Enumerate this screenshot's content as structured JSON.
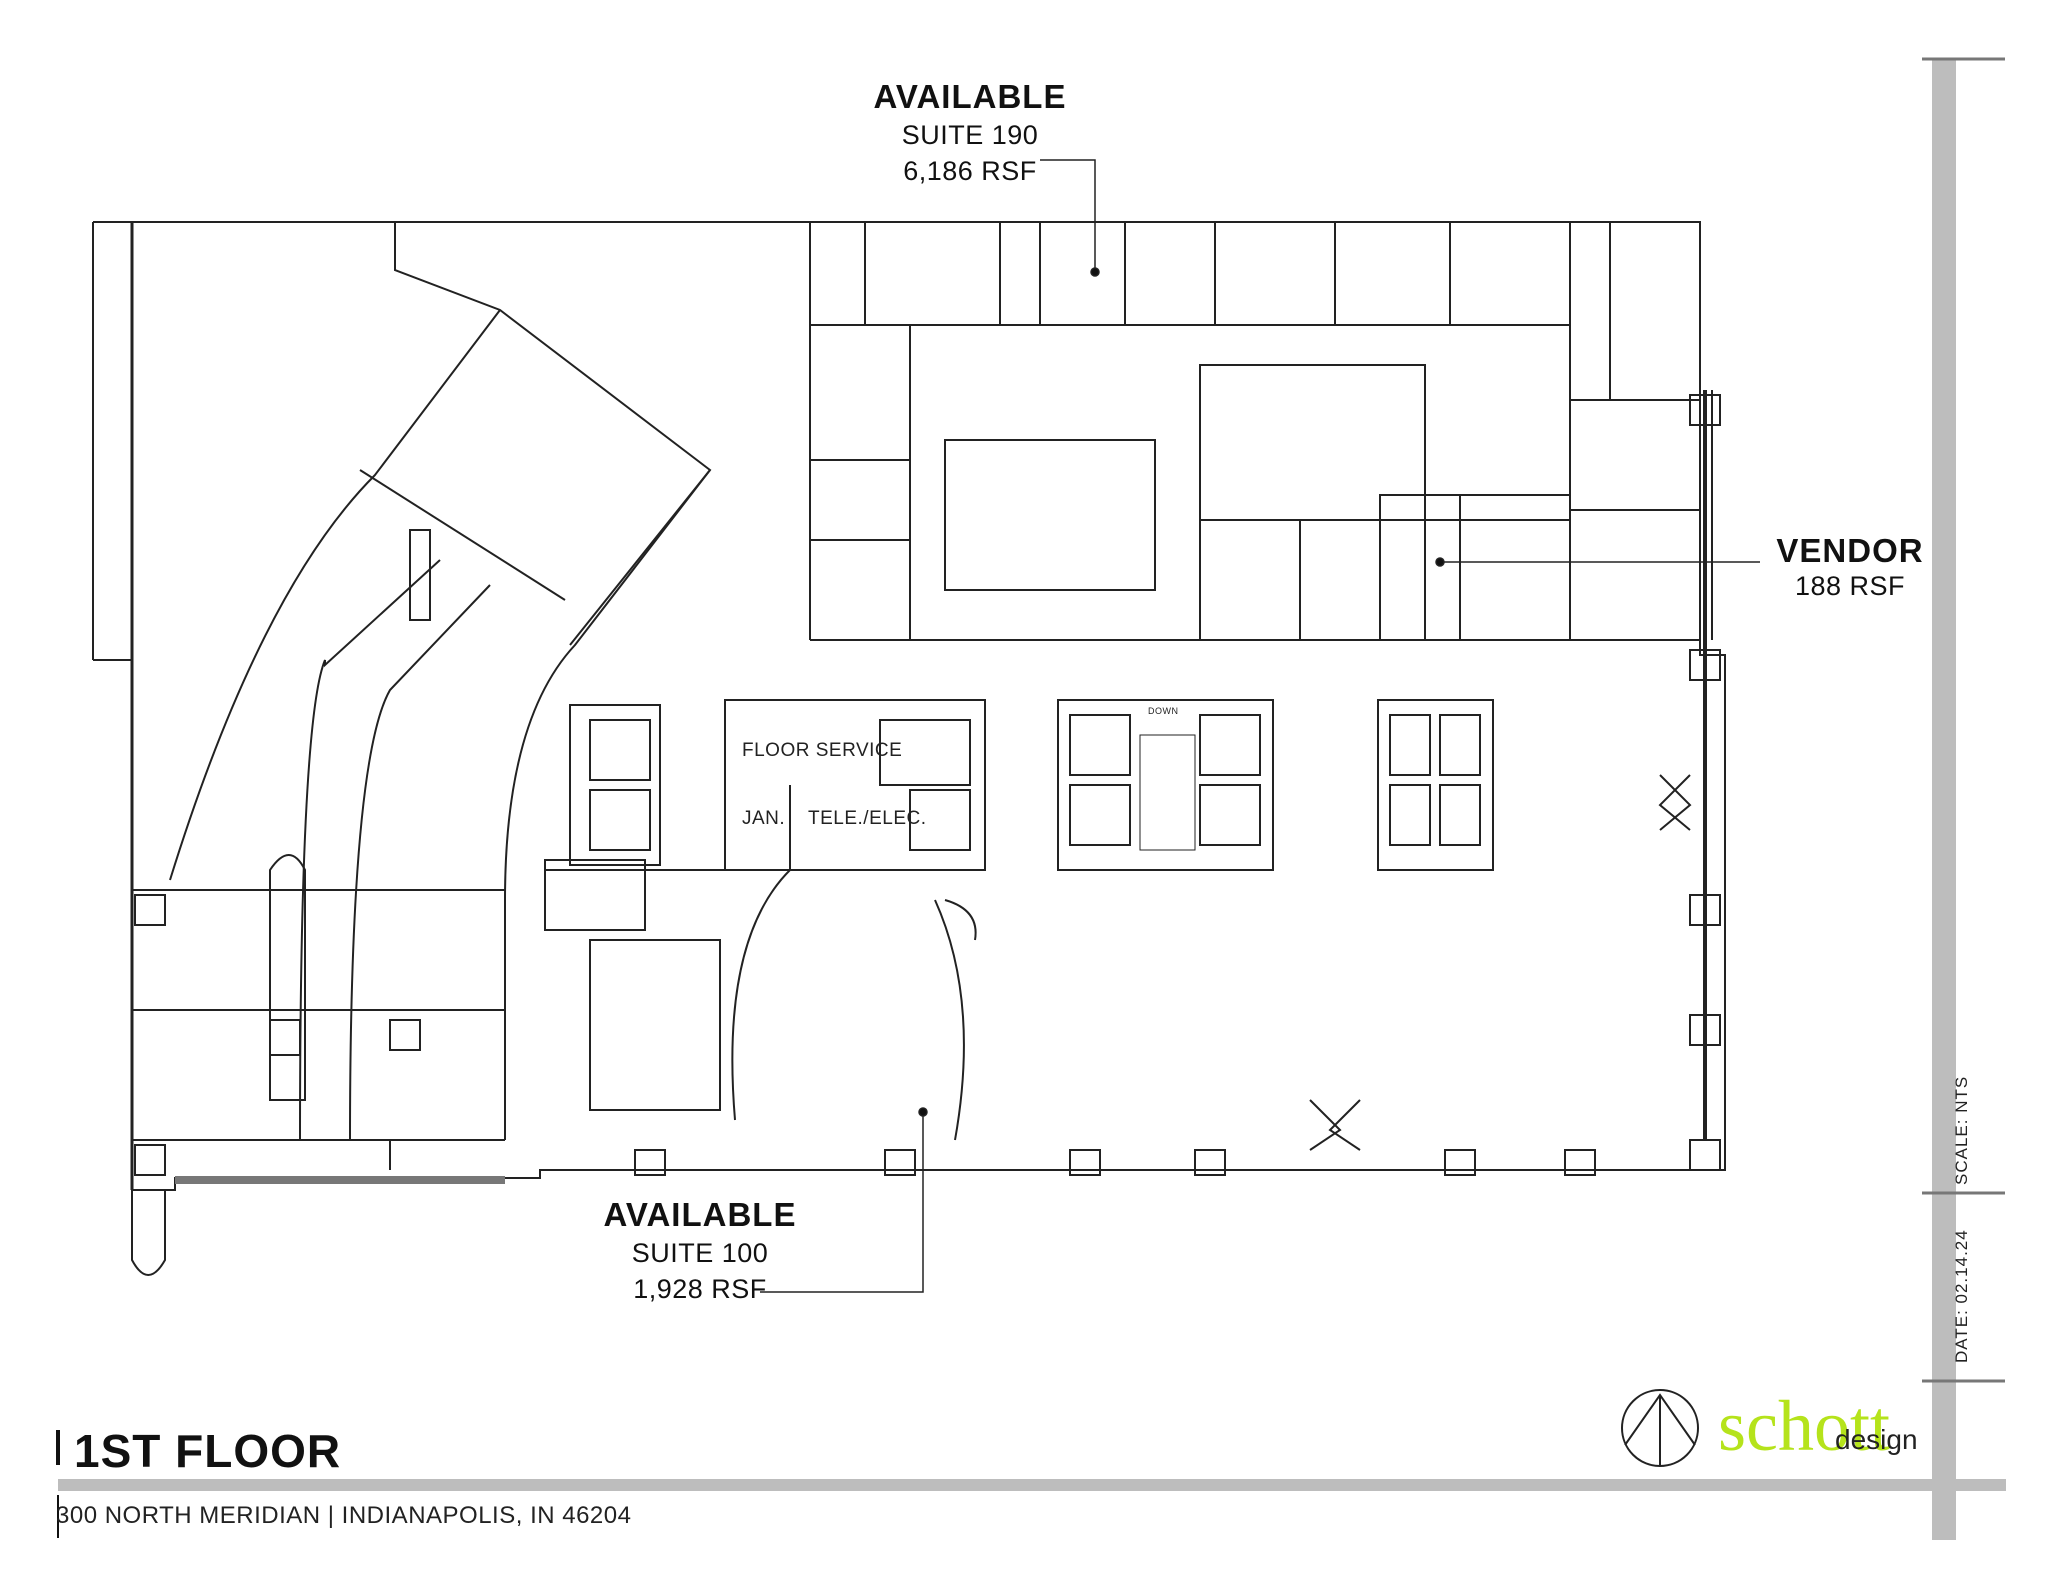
{
  "suite_190": {
    "status": "AVAILABLE",
    "name": "SUITE 190",
    "area": "6,186 RSF"
  },
  "vendor": {
    "status": "VENDOR",
    "area": "188 RSF"
  },
  "suite_100": {
    "status": "AVAILABLE",
    "name": "SUITE 100",
    "area": "1,928 RSF"
  },
  "rooms": {
    "floor_service": "FLOOR SERVICE",
    "jan": "JAN.",
    "tele_elec": "TELE./ELEC.",
    "stair_tag": "DOWN"
  },
  "title_block": {
    "scale": "SCALE:  NTS",
    "date": "DATE: 02.14.24",
    "floor": "1ST FLOOR",
    "address": "300 NORTH MERIDIAN  |  INDIANAPOLIS, IN 46204"
  },
  "logo": {
    "word": "schott",
    "sub": "design",
    "color": "#b5e31b"
  },
  "north_arrow": "north-arrow-icon"
}
